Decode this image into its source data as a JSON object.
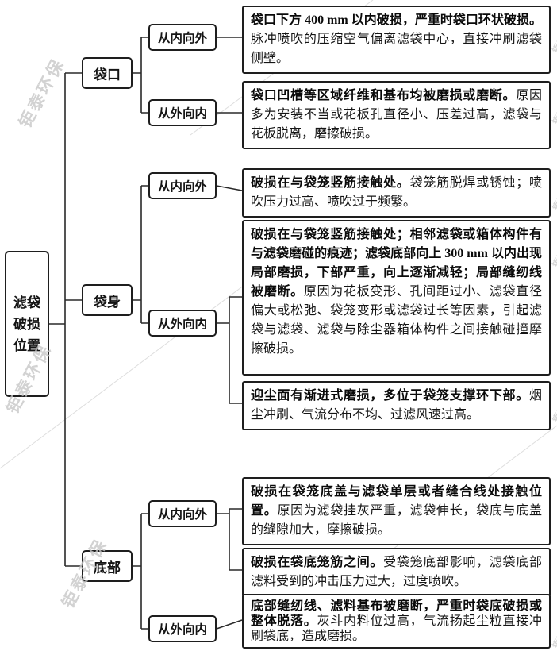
{
  "diagram_title": "滤袋破损位置",
  "root": {
    "lines": [
      "滤袋",
      "破损",
      "位置"
    ]
  },
  "watermark": {
    "text": "钜泰环保"
  },
  "groups": [
    {
      "branch": "袋口",
      "children": [
        {
          "direction": "从内向外",
          "details": [
            {
              "bold": "袋口下方 400 mm 以内破损，严重时袋口环状破损。",
              "rest": "脉冲喷吹的压缩空气偏离滤袋中心，直接冲刷滤袋侧壁。"
            }
          ]
        },
        {
          "direction": "从外向内",
          "details": [
            {
              "bold": "袋口凹槽等区域纤维和基布均被磨损或磨断。",
              "rest": "原因多为安装不当或花板孔直径小、压差过高，滤袋与花板脱离，磨擦破损。"
            }
          ]
        }
      ]
    },
    {
      "branch": "袋身",
      "children": [
        {
          "direction": "从内向外",
          "details": [
            {
              "bold": "破损在与袋笼竖筋接触处。",
              "rest": "袋笼筋脱焊或锈蚀；喷吹压力过高、喷吹过于频繁。"
            }
          ]
        },
        {
          "direction": "从外向内",
          "details": [
            {
              "bold": "破损在与袋笼竖筋接触处；相邻滤袋或箱体构件有与滤袋磨碰的痕迹；滤袋底部向上 300 mm 以内出现局部磨损，下部严重，向上逐渐减轻；局部缝纫线被磨断。",
              "rest": "原因为花板变形、孔间距过小、滤袋直径偏大或松弛、袋笼变形或滤袋过长等因素，引起滤袋与滤袋、滤袋与除尘器箱体构件之间接触碰撞摩擦破损。"
            },
            {
              "bold": "迎尘面有渐进式磨损，多位于袋笼支撑环下部。",
              "rest": "烟尘冲刷、气流分布不均、过滤风速过高。"
            }
          ]
        }
      ]
    },
    {
      "branch": "底部",
      "children": [
        {
          "direction": "从内向外",
          "details": [
            {
              "bold": "破损在袋笼底盖与滤袋单层或者缝合线处接触位置。",
              "rest": "原因为滤袋挂灰严重，滤袋伸长，袋底与底盖的缝隙加大，摩擦破损。"
            },
            {
              "bold": "破损在袋底笼筋之间。",
              "rest": "受袋笼底部影响，滤袋底部滤料受到的冲击压力过大，过度喷吹。"
            }
          ]
        },
        {
          "direction": "从外向内",
          "details": [
            {
              "bold": "底部缝纫线、滤料基布被磨断，严重时袋底破损或整体脱落。",
              "rest": "灰斗内料位过高，气流扬起尘粒直接冲刷袋底，造成磨损。"
            }
          ]
        }
      ]
    }
  ]
}
